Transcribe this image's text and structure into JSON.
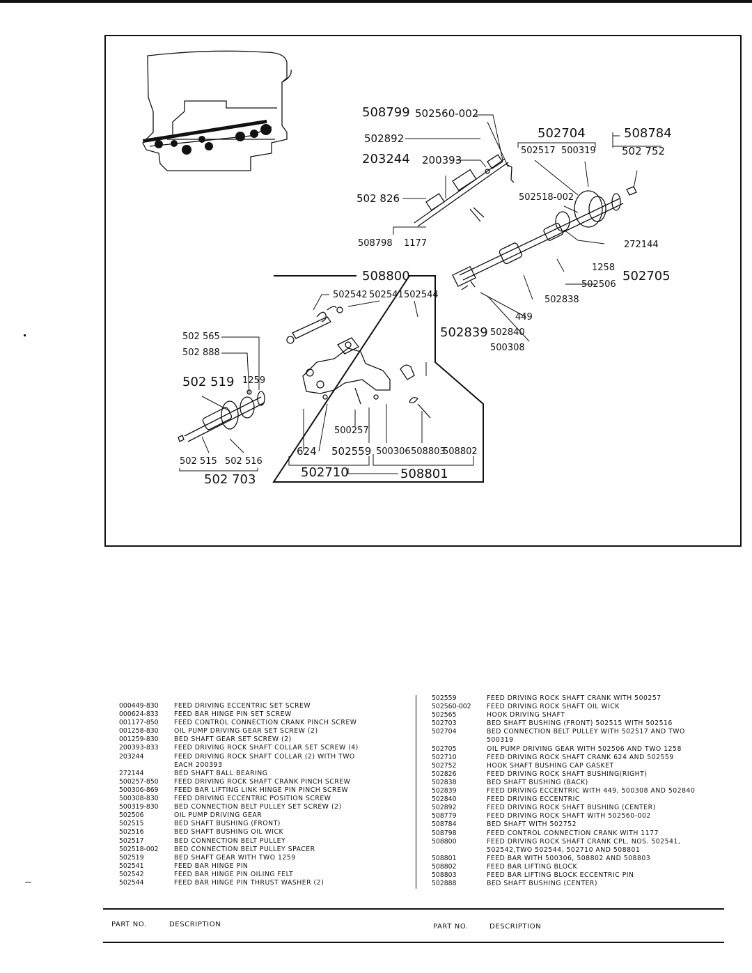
{
  "diagram": {
    "callouts": {
      "c508799": "508799",
      "c502560_002": "502560-002",
      "c502892": "502892",
      "c203244": "203244",
      "c200393": "200393",
      "c502826": "502 826",
      "c508798": "508798",
      "c1177": "1177",
      "c502704": "502704",
      "c502517": "502517",
      "c500319": "500319",
      "c508784": "508784",
      "c502752": "502 752",
      "c502518_002": "502518-002",
      "c272144": "272144",
      "c1258": "1258",
      "c502506": "502506",
      "c502705": "502705",
      "c502838": "502838",
      "c449": "449",
      "c502839": "502839",
      "c502840": "502840",
      "c500308": "500308",
      "c508800": "508800",
      "c502542": "502542",
      "c502541": "502541",
      "c502544": "502544",
      "c502565": "502 565",
      "c502888": "502 888",
      "c502519": "502 519",
      "c1259": "1259",
      "c502515": "502 515",
      "c502516": "502 516",
      "c502703": "502 703",
      "c500257": "500257",
      "c624": "624",
      "c502559": "502559",
      "c500306": "500306",
      "c508803": "508803",
      "c508802": "508802",
      "c502710": "502710",
      "c508801": "508801"
    }
  },
  "parts_left": [
    {
      "no": "000449-830",
      "desc": "FEED DRIVING ECCENTRIC SET SCREW"
    },
    {
      "no": "000624-833",
      "desc": "FEED BAR HINGE PIN SET SCREW"
    },
    {
      "no": "001177-850",
      "desc": "FEED CONTROL CONNECTION CRANK PINCH SCREW"
    },
    {
      "no": "001258-830",
      "desc": "OIL PUMP DRIVING GEAR SET SCREW (2)"
    },
    {
      "no": "001259-830",
      "desc": "BED SHAFT GEAR SET SCREW (2)"
    },
    {
      "no": "200393-833",
      "desc": "FEED DRIVING ROCK SHAFT COLLAR SET SCREW (4)"
    },
    {
      "no": "203244",
      "desc": "FEED DRIVING ROCK SHAFT COLLAR (2) WITH TWO"
    },
    {
      "no": "",
      "desc": "EACH 200393"
    },
    {
      "no": "272144",
      "desc": "BED SHAFT BALL BEARING"
    },
    {
      "no": "500257-850",
      "desc": "FEED DRIVING ROCK SHAFT CRANK PINCH SCREW"
    },
    {
      "no": "500306-869",
      "desc": "FEED BAR LIFTING LINK HINGE PIN PINCH SCREW"
    },
    {
      "no": "500308-830",
      "desc": "FEED DRIVING ECCENTRIC POSITION SCREW"
    },
    {
      "no": "500319-830",
      "desc": "BED CONNECTION BELT PULLEY SET SCREW (2)"
    },
    {
      "no": "502506",
      "desc": "OIL PUMP DRIVING GEAR"
    },
    {
      "no": "502515",
      "desc": "BED SHAFT BUSHING (FRONT)"
    },
    {
      "no": "502516",
      "desc": "BED SHAFT BUSHING OIL WICK"
    },
    {
      "no": "502517",
      "desc": "BED CONNECTION BELT PULLEY"
    },
    {
      "no": "502518-002",
      "desc": "BED CONNECTION BELT PULLEY SPACER"
    },
    {
      "no": "502519",
      "desc": "BED SHAFT GEAR WITH TWO 1259"
    },
    {
      "no": "502541",
      "desc": "FEED BAR HINGE PIN"
    },
    {
      "no": "502542",
      "desc": "FEED BAR HINGE PIN OILING FELT"
    },
    {
      "no": "502544",
      "desc": "FEED BAR HINGE PIN THRUST WASHER (2)"
    }
  ],
  "parts_right": [
    {
      "no": "502559",
      "desc": "FEED DRIVING ROCK SHAFT CRANK WITH 500257"
    },
    {
      "no": "502560-002",
      "desc": "FEED DRIVING ROCK SHAFT OIL WICK"
    },
    {
      "no": "502565",
      "desc": "HOOK DRIVING SHAFT"
    },
    {
      "no": "502703",
      "desc": "BED SHAFT BUSHING (FRONT) 502515 WITH 502516"
    },
    {
      "no": "502704",
      "desc": "BED CONNECTION BELT PULLEY WITH 502517 AND TWO"
    },
    {
      "no": "",
      "desc": "500319"
    },
    {
      "no": "502705",
      "desc": "OIL PUMP DRIVING GEAR WITH 502506 AND TWO 1258"
    },
    {
      "no": "502710",
      "desc": "FEED DRIVING ROCK SHAFT CRANK 624 AND 502559"
    },
    {
      "no": "502752",
      "desc": "HOOK SHAFT BUSHING CAP GASKET"
    },
    {
      "no": "502826",
      "desc": "FEED DRIVING ROCK SHAFT BUSHING(RIGHT)"
    },
    {
      "no": "502838",
      "desc": "BED SHAFT BUSHING (BACK)"
    },
    {
      "no": "502839",
      "desc": "FEED DRIVING ECCENTRIC WITH 449, 500308 AND 502840"
    },
    {
      "no": "502840",
      "desc": "FEED DRIVING ECCENTRIC"
    },
    {
      "no": "502892",
      "desc": "FEED DRIVING ROCK SHAFT BUSHING (CENTER)"
    },
    {
      "no": "508779",
      "desc": "FEED DRIVING ROCK SHAFT WITH 502560-002"
    },
    {
      "no": "508784",
      "desc": "BED SHAFT WITH 502752"
    },
    {
      "no": "508798",
      "desc": "FEED CONTROL CONNECTION CRANK WITH 1177"
    },
    {
      "no": "508800",
      "desc": "FEED DRIVING ROCK SHAFT CRANK CPL. NOS. 502541,"
    },
    {
      "no": "",
      "desc": "502542,TWO 502544, 502710 AND 508801"
    },
    {
      "no": "508801",
      "desc": "FEED BAR WITH 500306, 508802 AND 508803"
    },
    {
      "no": "508802",
      "desc": "FEED BAR LIFTING BLOCK"
    },
    {
      "no": "508803",
      "desc": "FEED BAR LIFTING BLOCK ECCENTRIC PIN"
    },
    {
      "no": "502888",
      "desc": "BED SHAFT BUSHING (CENTER)"
    }
  ],
  "footer": {
    "left_part_no": "PART NO.",
    "left_description": "DESCRIPTION",
    "right_part_no": "PART NO.",
    "right_description": "DESCRIPTION"
  }
}
